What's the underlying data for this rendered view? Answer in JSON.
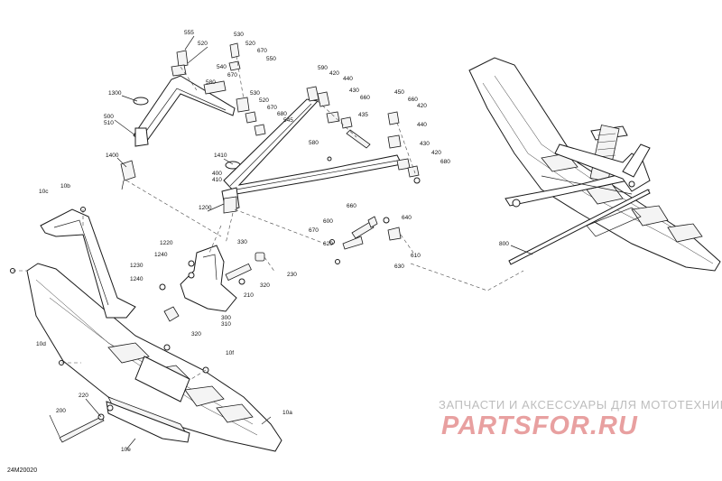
{
  "diagram": {
    "code": "24M20020",
    "callouts": [
      "555",
      "520",
      "530",
      "520",
      "670",
      "550",
      "540",
      "670",
      "580",
      "1300",
      "530",
      "520",
      "670",
      "680",
      "545",
      "590",
      "420",
      "440",
      "430",
      "660",
      "435",
      "450",
      "660",
      "420",
      "440",
      "430",
      "420",
      "680",
      "580",
      "500",
      "510",
      "1400",
      "1410",
      "400",
      "410",
      "10c",
      "10b",
      "1200",
      "660",
      "600",
      "670",
      "640",
      "620",
      "610",
      "630",
      "1220",
      "1240",
      "330",
      "230",
      "1230",
      "1240",
      "320",
      "210",
      "300",
      "310",
      "320",
      "10d",
      "10f",
      "220",
      "200",
      "10e",
      "10a",
      "800"
    ]
  },
  "watermark": {
    "line1": "ЗАПЧАСТИ И АКСЕССУАРЫ ДЛЯ МОТОТЕХНИКИ",
    "logo_text": "PARTSFOR.RU",
    "logo_color": "#e8a0a0"
  }
}
